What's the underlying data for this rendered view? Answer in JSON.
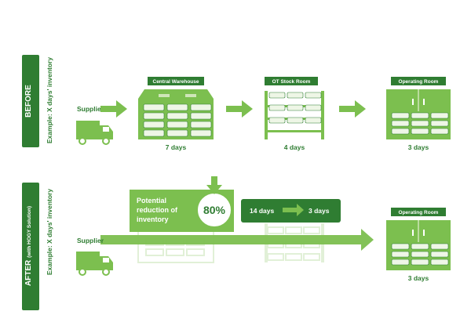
{
  "before": {
    "side_title": "BEFORE",
    "side_subtitle": "Example: X days' inventory",
    "supplier": "Supplier",
    "central_warehouse": {
      "label": "Central Warehouse",
      "days": "7 days"
    },
    "ot_stock_room": {
      "label": "OT Stock Room",
      "days": "4 days"
    },
    "operating_room": {
      "label": "Operating Room",
      "days": "3 days"
    }
  },
  "after": {
    "side_title": "AFTER",
    "side_title_note": "(with HOGY Solution)",
    "side_subtitle": "Example: X days' inventory",
    "supplier": "Supplier",
    "reduction": {
      "text_line1": "Potential",
      "text_line2": "reduction of",
      "text_line3": "inventory",
      "percent": "80%"
    },
    "days_change": {
      "from": "14 days",
      "to": "3 days"
    },
    "operating_room": {
      "label": "Operating Room",
      "days": "3 days"
    }
  },
  "colors": {
    "dark_green": "#2f7d32",
    "medium_green": "#7cbf4f",
    "light_green": "#cfe6b8",
    "cell_fill": "#eef6e6"
  }
}
